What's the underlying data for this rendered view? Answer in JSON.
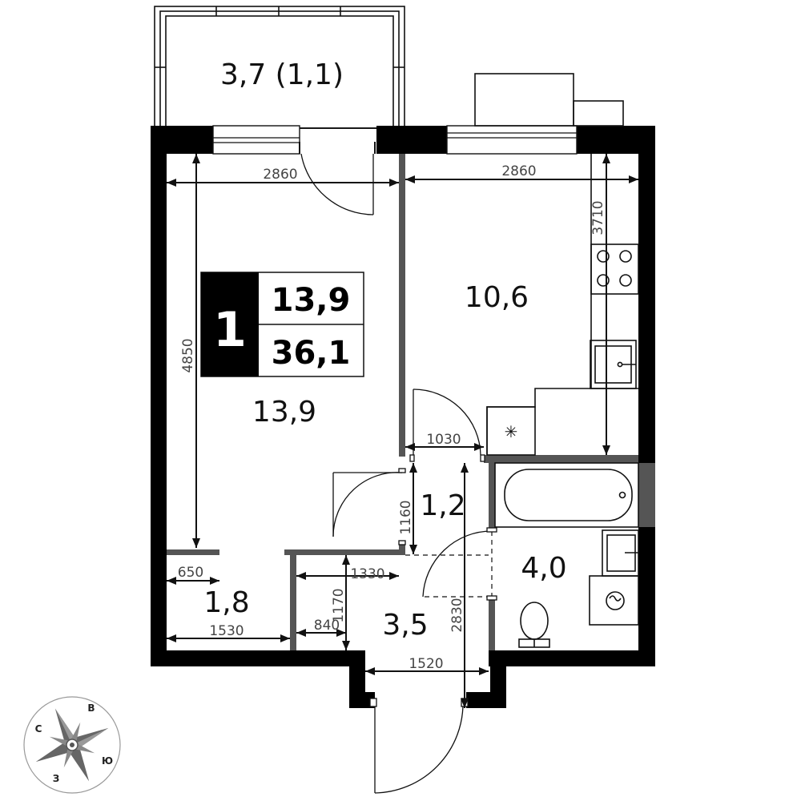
{
  "rooms": {
    "balcony": "3,7 (1,1)",
    "living": "13,9",
    "kitchen": "10,6",
    "hall": "1,2",
    "bathroom": "4,0",
    "storage": "1,8",
    "entry": "3,5"
  },
  "badge": {
    "rooms_count": "1",
    "living_area": "13,9",
    "total_area": "36,1"
  },
  "dimensions": {
    "living_width": "2860",
    "kitchen_width": "2860",
    "living_length": "4850",
    "kitchen_length": "3710",
    "hall_door": "1030",
    "hall_length": "1160",
    "corridor_width": "1330",
    "closet_depth": "650",
    "closet_width": "1530",
    "corridor_height": "1170",
    "niche_width": "840",
    "entry_width": "1520",
    "entry_length": "2830"
  },
  "compass": {
    "north": "С",
    "east": "В",
    "south": "Ю",
    "west": "З"
  },
  "colors": {
    "walls": "#000000",
    "partitions": "#555555",
    "badge_fill": "#000000"
  }
}
